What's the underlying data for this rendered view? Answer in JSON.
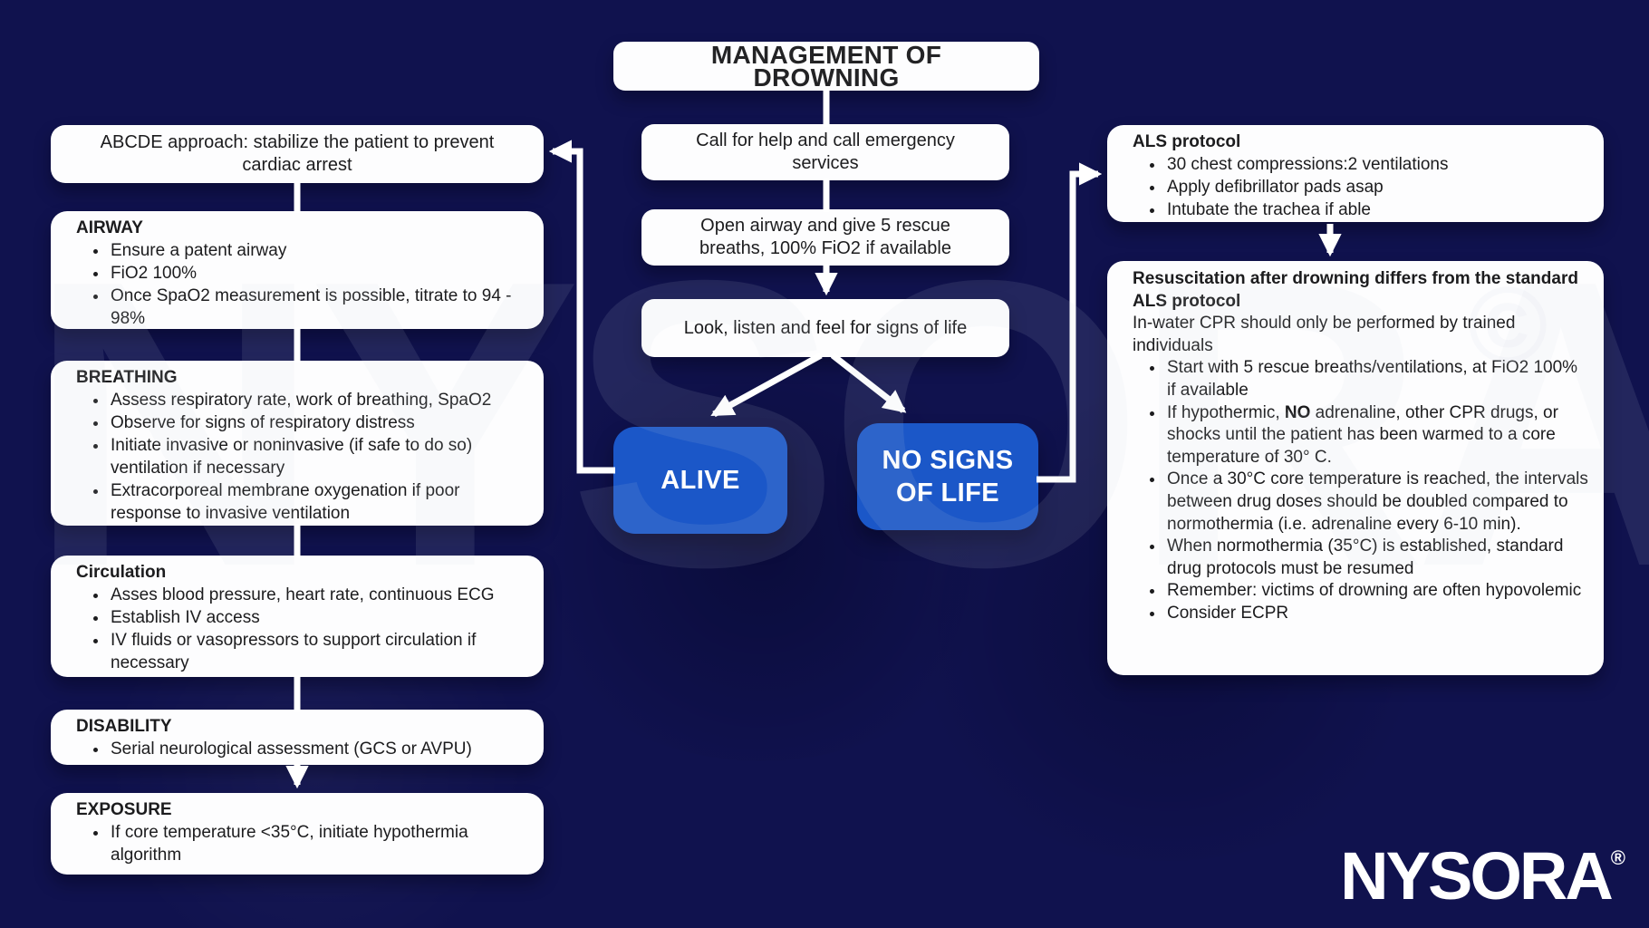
{
  "title": "MANAGEMENT OF DROWNING",
  "left": {
    "abcde": "ABCDE approach: stabilize the patient to prevent cardiac arrest",
    "airway": {
      "header": "AIRWAY",
      "bullets": [
        "Ensure a patent airway",
        "FiO2 100%",
        "Once SpaO2 measurement is possible, titrate to 94 - 98%"
      ]
    },
    "breathing": {
      "header": "BREATHING",
      "bullets": [
        "Assess respiratory rate, work of breathing, SpaO2",
        "Observe for signs of respiratory distress",
        "Initiate invasive or noninvasive (if safe to do so) ventilation if necessary",
        "Extracorporeal membrane oxygenation if poor response to invasive ventilation"
      ]
    },
    "circulation": {
      "header": "Circulation",
      "bullets": [
        "Asses blood pressure, heart rate, continuous ECG",
        "Establish IV access",
        "IV fluids or vasopressors to support circulation if necessary"
      ]
    },
    "disability": {
      "header": "DISABILITY",
      "bullets": [
        "Serial neurological assessment (GCS or AVPU)"
      ]
    },
    "exposure": {
      "header": "EXPOSURE",
      "bullets": [
        "If core temperature <35°C, initiate hypothermia algorithm"
      ]
    }
  },
  "center": {
    "call": "Call for help and call emergency services",
    "open_airway": "Open airway and give 5 rescue breaths, 100% FiO2 if available",
    "look": "Look, listen and feel for signs of life",
    "alive": "ALIVE",
    "no_signs": "NO SIGNS OF LIFE"
  },
  "right": {
    "als": {
      "header": "ALS protocol",
      "bullets": [
        "30 chest compressions:2 ventilations",
        "Apply defibrillator pads asap",
        "Intubate the trachea if able"
      ]
    },
    "resusc": {
      "header": "Resuscitation after drowning differs from the standard ALS protocol",
      "intro": "In-water CPR should only be performed by trained individuals",
      "b1": "Start with 5 rescue breaths/ventilations, at FiO2 100% if available",
      "b2_pre": "If hypothermic, ",
      "b2_bold": "NO",
      "b2_post": " adrenaline, other CPR drugs, or shocks until the patient has been warmed to a core temperature of 30° C.",
      "b3": "Once a 30°C core temperature is reached, the intervals between drug doses should be doubled compared to normothermia (i.e. adrenaline every 6-10 min).",
      "b4": "When normothermia (35°C) is established, standard drug protocols must be resumed",
      "b5": "Remember: victims of drowning are often hypovolemic",
      "b6": "Consider ECPR"
    }
  },
  "watermark": {
    "text": "NYSORA",
    "copyright": "©"
  },
  "logo": {
    "text": "NYSORA",
    "registered": "®"
  },
  "colors": {
    "background": "#10124e",
    "card_white": "#fdfdfe",
    "outcome_blue": "#1b57c8",
    "connector_white": "#ffffff",
    "text_dark": "#1c1c1e"
  }
}
